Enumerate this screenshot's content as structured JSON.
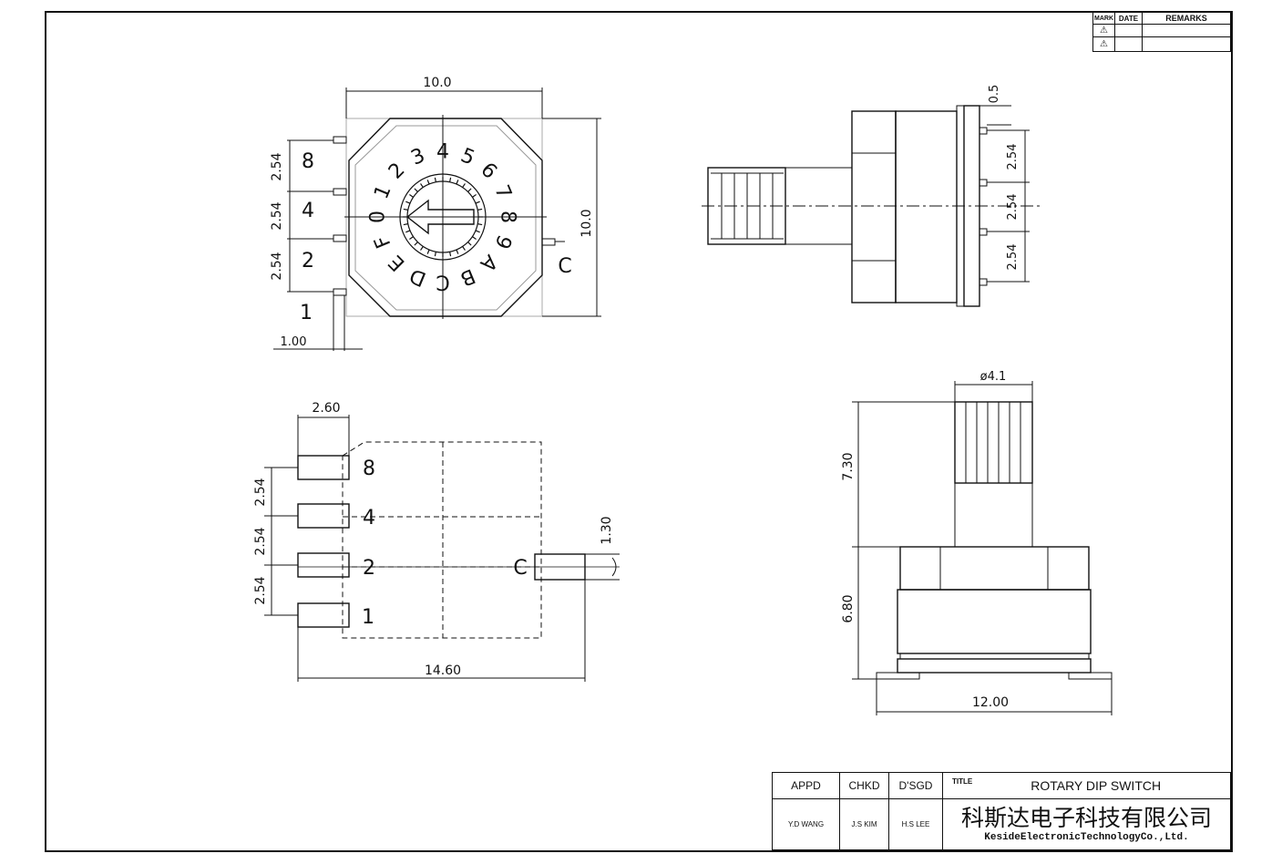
{
  "revision": {
    "headers": [
      "MARK",
      "DATE",
      "REMARKS"
    ],
    "marks": [
      "⚠",
      "⚠"
    ]
  },
  "front_view": {
    "width_dim": "10.0",
    "height_dim": "10.0",
    "pitch_dims": [
      "2.54",
      "2.54",
      "2.54"
    ],
    "pin_labels": [
      "8",
      "4",
      "2",
      "1"
    ],
    "common_label": "C",
    "pin_offset_dim": "1.00",
    "dial_positions": [
      "0",
      "1",
      "2",
      "3",
      "4",
      "5",
      "6",
      "7",
      "8",
      "9",
      "A",
      "B",
      "C",
      "D",
      "E",
      "F"
    ]
  },
  "side_view": {
    "top_dim": "0.5",
    "pitch_dims": [
      "2.54",
      "2.54",
      "2.54"
    ]
  },
  "footprint": {
    "pad_width_dim": "2.60",
    "pitch_dims": [
      "2.54",
      "2.54",
      "2.54"
    ],
    "pin_labels": [
      "8",
      "4",
      "2",
      "1"
    ],
    "common_label": "C",
    "pad_height_dim": "1.30",
    "total_length_dim": "14.60"
  },
  "profile_view": {
    "shaft_diameter_dim": "ø4.1",
    "shaft_height_dim": "7.30",
    "body_height_dim": "6.80",
    "base_width_dim": "12.00"
  },
  "title_block": {
    "labels": {
      "appd": "APPD",
      "chkd": "CHKD",
      "dsgd": "D'SGD",
      "title": "TITLE"
    },
    "title": "ROTARY DIP SWITCH",
    "names": {
      "appd": "Y.D WANG",
      "chkd": "J.S KIM",
      "dsgd": "H.S LEE"
    },
    "company_cn": "科斯达电子科技有限公司",
    "company_en": "KesideElectronicTechnologyCo.,Ltd."
  }
}
